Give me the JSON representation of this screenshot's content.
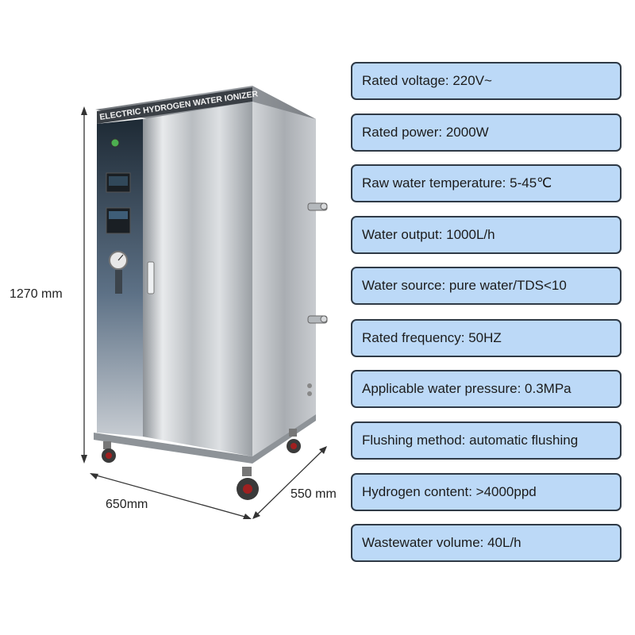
{
  "product": {
    "panel_label": "ELECTRIC HYDROGEN WATER IONIZER"
  },
  "dimensions": {
    "height": "1270 mm",
    "width": "650mm",
    "depth": "550 mm"
  },
  "specs": [
    "Rated voltage: 220V~",
    "Rated power: 2000W",
    "Raw water temperature: 5-45℃",
    "Water output: 1000L/h",
    "Water source: pure water/TDS<10",
    "Rated frequency: 50HZ",
    "Applicable water pressure: 0.3MPa",
    "Flushing method: automatic flushing",
    "Hydrogen content: >4000ppd",
    "Wastewater volume: 40L/h"
  ],
  "colors": {
    "spec_fill": "#bcd9f7",
    "spec_border": "#2f3a46",
    "steel": "#c6c9cc"
  }
}
